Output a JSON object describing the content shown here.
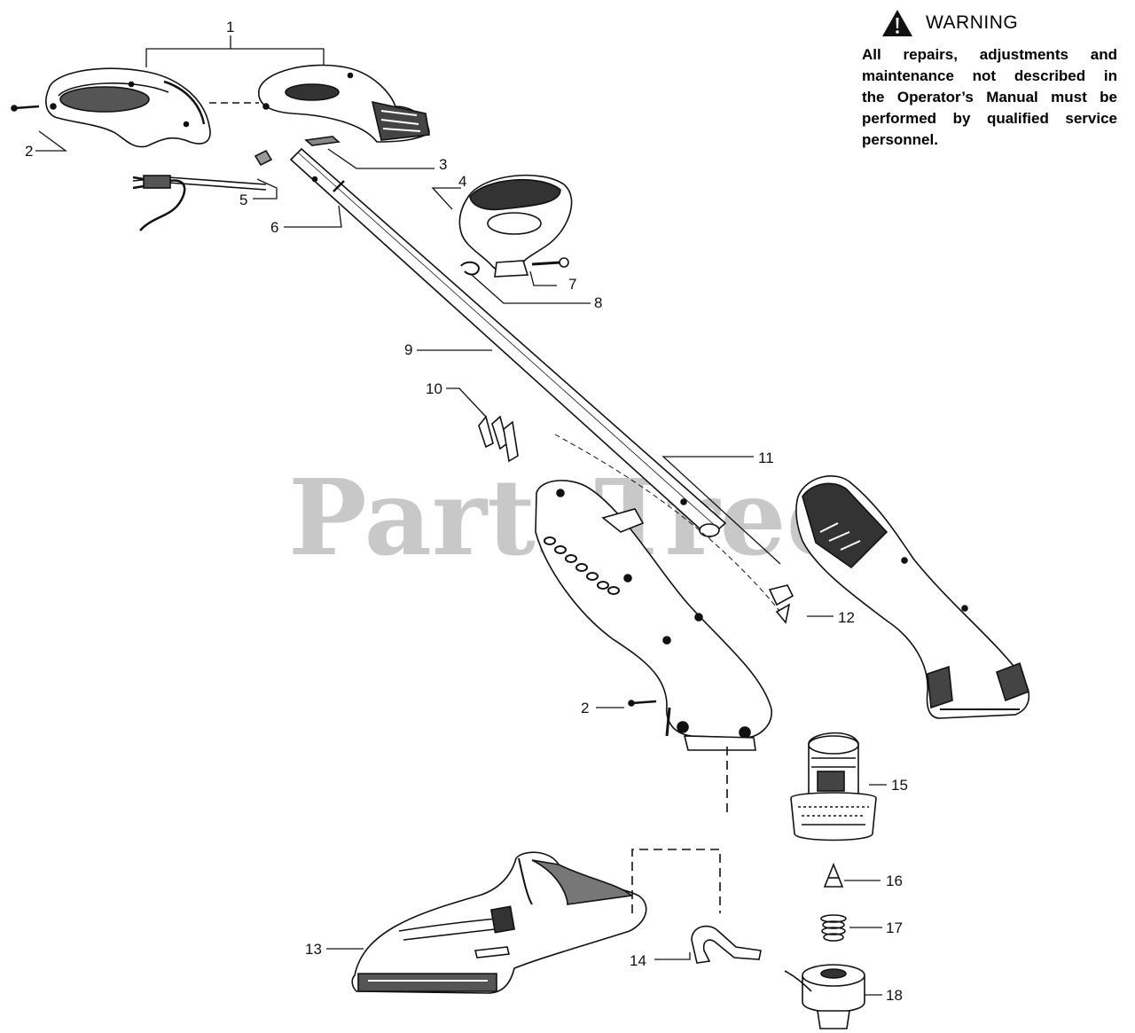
{
  "watermark": "PartsTree",
  "watermark_mark": "™",
  "warning": {
    "title": "WARNING",
    "lines": [
      "All repairs, adjustments and",
      "maintenance not described in",
      "the Operator’s Manual must be",
      "performed by qualified service",
      "personnel."
    ]
  },
  "callouts": {
    "c1": "1",
    "c2a": "2",
    "c2b": "2",
    "c3": "3",
    "c4": "4",
    "c5": "5",
    "c6": "6",
    "c7": "7",
    "c8": "8",
    "c9": "9",
    "c10": "10",
    "c11": "11",
    "c12": "12",
    "c13": "13",
    "c14": "14",
    "c15": "15",
    "c16": "16",
    "c17": "17",
    "c18": "18"
  },
  "colors": {
    "ink": "#111111",
    "watermark": "#c8c8c8",
    "paper": "#ffffff"
  }
}
